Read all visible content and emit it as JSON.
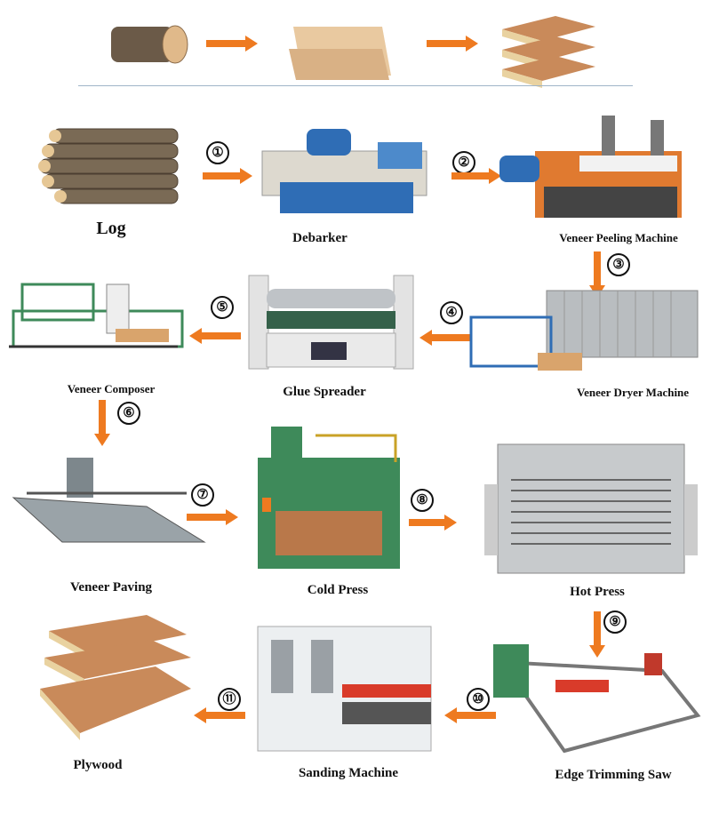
{
  "title_strip": {
    "stages": [
      "log",
      "veneer",
      "plywood"
    ]
  },
  "colors": {
    "arrow": "#ee7a20",
    "divider": "#9fb4c8",
    "machine_blue": "#2f6db5",
    "machine_green": "#3e8a5a",
    "wood": "#d9a46c"
  },
  "steps": [
    {
      "id": "log",
      "label": "Log"
    },
    {
      "id": "debarker",
      "label": "Debarker"
    },
    {
      "id": "peeling",
      "label": "Veneer Peeling Machine"
    },
    {
      "id": "dryer",
      "label": "Veneer Dryer Machine"
    },
    {
      "id": "glue",
      "label": "Glue Spreader"
    },
    {
      "id": "composer",
      "label": "Veneer Composer"
    },
    {
      "id": "paving",
      "label": "Veneer Paving"
    },
    {
      "id": "cold",
      "label": "Cold Press"
    },
    {
      "id": "hot",
      "label": "Hot Press"
    },
    {
      "id": "trim",
      "label": "Edge Trimming Saw"
    },
    {
      "id": "sanding",
      "label": "Sanding Machine"
    },
    {
      "id": "plywood",
      "label": "Plywood"
    }
  ],
  "step_numbers": [
    "①",
    "②",
    "③",
    "④",
    "⑤",
    "⑥",
    "⑦",
    "⑧",
    "⑨",
    "⑩",
    "⑪"
  ]
}
